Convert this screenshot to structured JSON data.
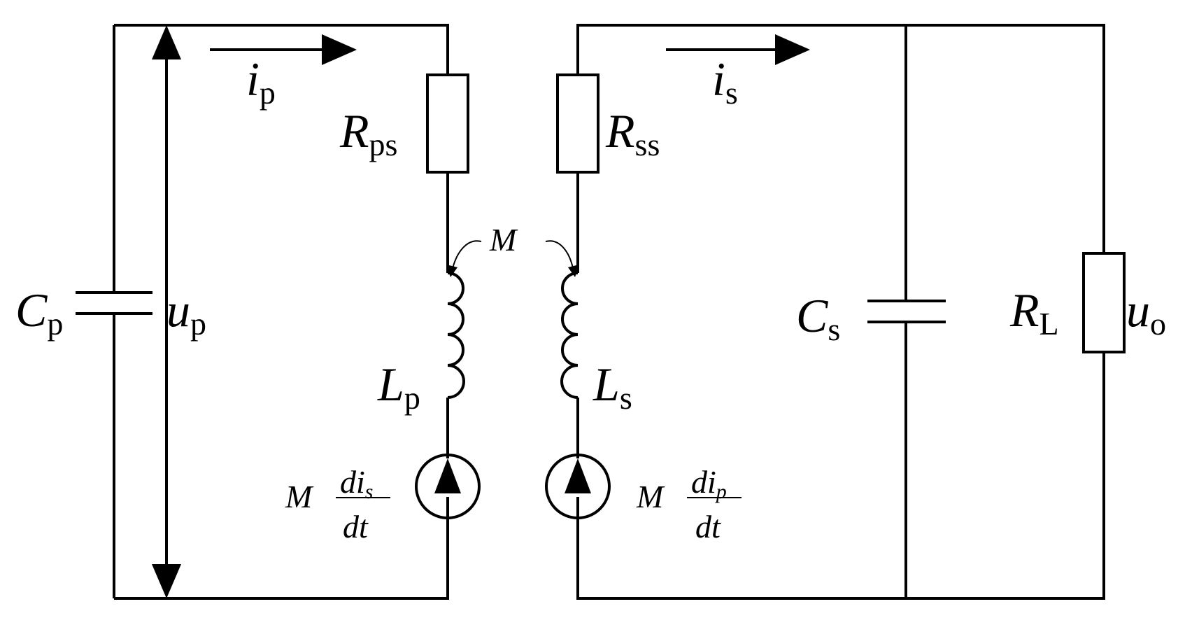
{
  "labels": {
    "cp": {
      "main": "C",
      "sub": "p"
    },
    "up": {
      "main": "u",
      "sub": "p"
    },
    "ip": {
      "main": "i",
      "sub": "p"
    },
    "rps": {
      "main": "R",
      "sub": "ps"
    },
    "rss": {
      "main": "R",
      "sub": "ss"
    },
    "is": {
      "main": "i",
      "sub": "s"
    },
    "lp": {
      "main": "L",
      "sub": "p"
    },
    "ls": {
      "main": "L",
      "sub": "s"
    },
    "cs": {
      "main": "C",
      "sub": "s"
    },
    "rl": {
      "main": "R",
      "sub": "L"
    },
    "uo": {
      "main": "u",
      "sub": "o"
    },
    "m": "M",
    "src_left": {
      "m": "M",
      "num_d": "d",
      "num_i": "i",
      "num_sub": "s",
      "den": "dt"
    },
    "src_right": {
      "m": "M",
      "num_d": "d",
      "num_i": "i",
      "num_sub": "p",
      "den": "dt"
    }
  }
}
